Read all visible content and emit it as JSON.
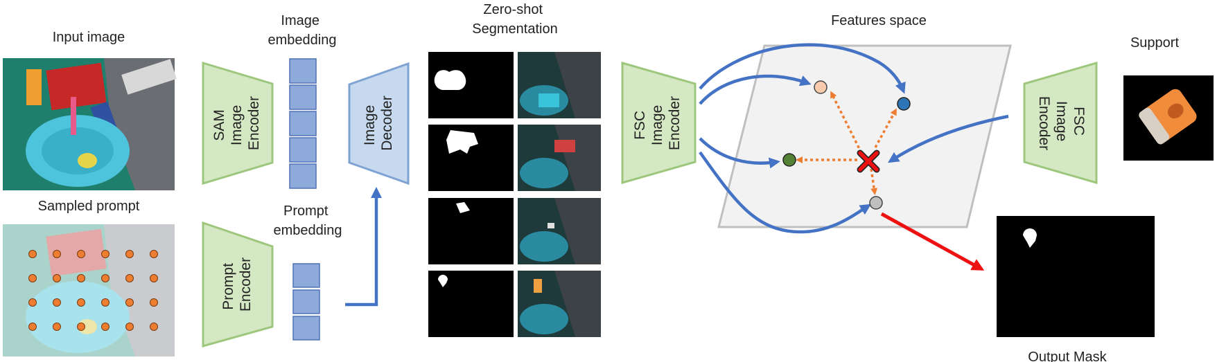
{
  "labels": {
    "input_image": "Input image",
    "sampled_prompt": "Sampled prompt",
    "image_embedding_1": "Image",
    "image_embedding_2": "embedding",
    "prompt_embedding_1": "Prompt",
    "prompt_embedding_2": "embedding",
    "zero_shot_1": "Zero-shot",
    "zero_shot_2": "Segmentation",
    "features_space": "Features space",
    "support": "Support",
    "output_mask": "Output Mask"
  },
  "encoders": {
    "sam": [
      "SAM",
      "Image",
      "Encoder"
    ],
    "prompt": [
      "Prompt",
      "Encoder"
    ],
    "decoder": [
      "Image",
      "Decoder"
    ],
    "fsc_left": [
      "FSC",
      "Image",
      "Encoder"
    ],
    "fsc_right": [
      "FSC",
      "Image",
      "Encoder"
    ]
  },
  "colors": {
    "encoder_fill": "#d5e8c4",
    "encoder_stroke": "#9dc77c",
    "decoder_fill": "#c6d9ef",
    "decoder_stroke": "#7ea3d3",
    "embed_fill": "#8eaadb",
    "embed_stroke": "#4e72b8",
    "arrow_blue": "#4472c4",
    "arrow_red": "#ee1111",
    "arrow_orange": "#ed7d31",
    "feature_plane": "#f2f2f2",
    "plane_stroke": "#bfbfbf",
    "point_peach": "#f8cbad",
    "point_blue": "#2e75b6",
    "point_green": "#548235",
    "point_gray": "#bfbfbf",
    "mask_bg": "#000000"
  },
  "prompt_grid": {
    "rows": 4,
    "cols": 6
  },
  "segmentation_rows": 4
}
